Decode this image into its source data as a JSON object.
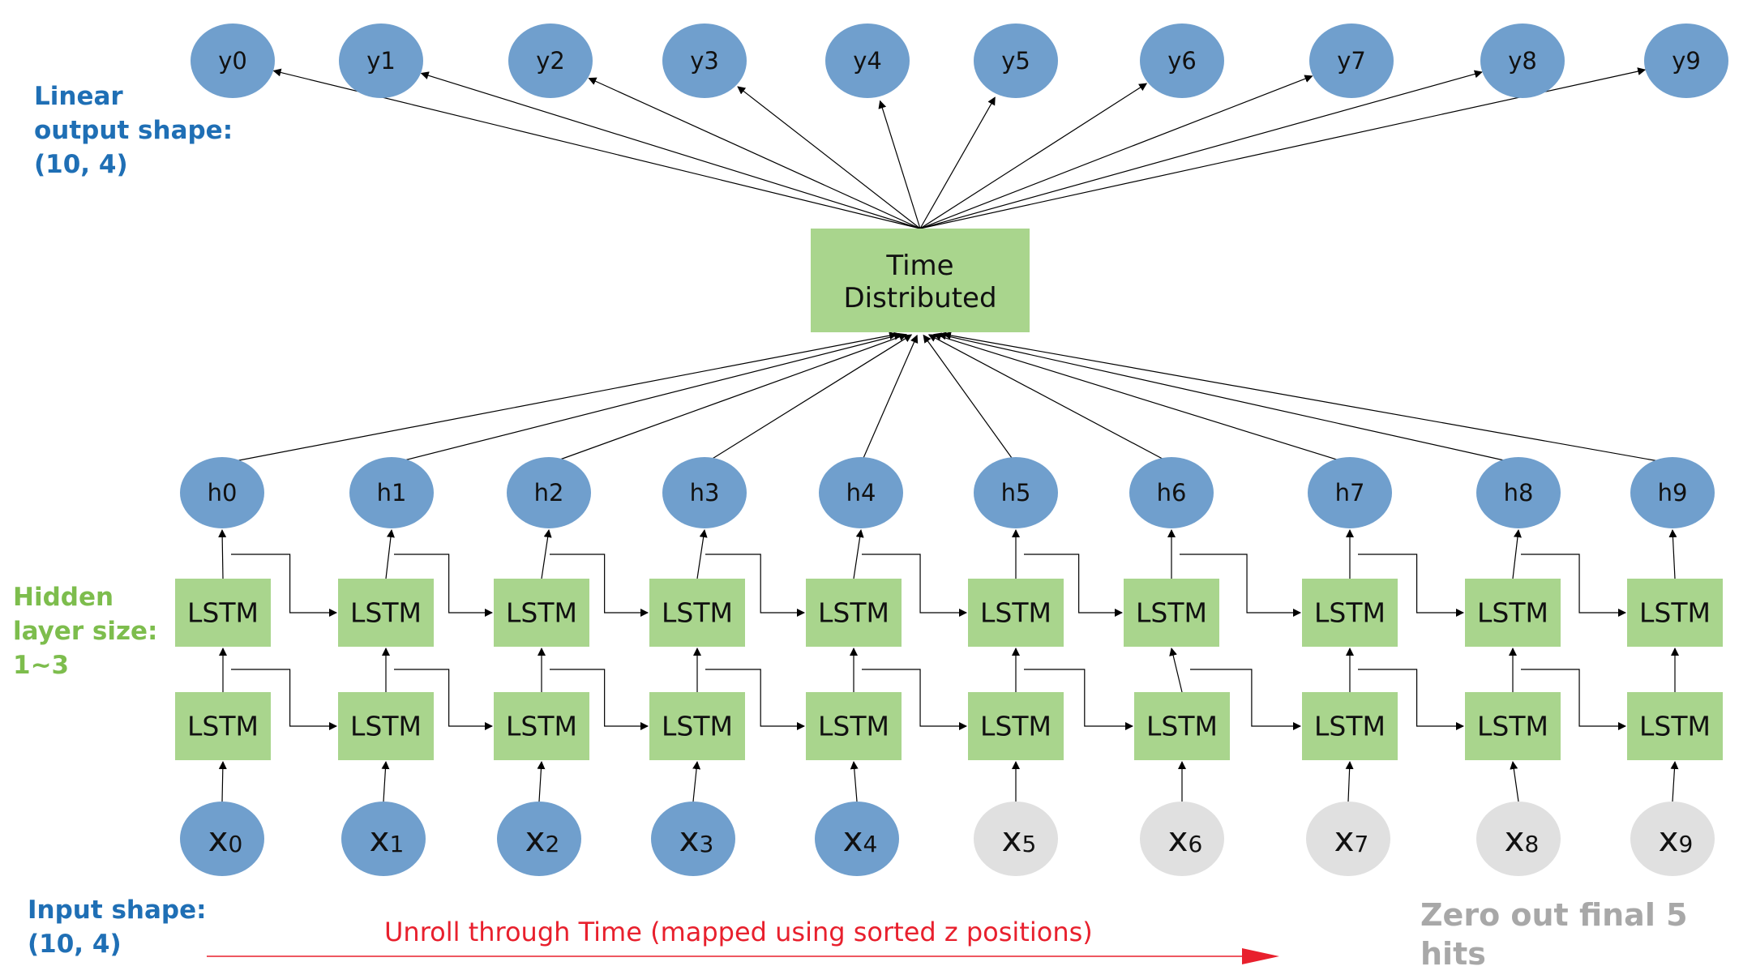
{
  "labels": {
    "output_shape": "Linear\noutput shape:\n(10, 4)",
    "hidden_size": "Hidden\nlayer size:\n1~3",
    "input_shape": "Input shape:\n(10, 4)",
    "unroll": "Unroll  through Time (mapped using sorted z positions)",
    "zero_out": "Zero out final 5 hits"
  },
  "time_distributed": {
    "line1": "Time",
    "line2": "Distributed"
  },
  "lstm_label": "LSTM",
  "outputs": [
    "y0",
    "y1",
    "y2",
    "y3",
    "y4",
    "y5",
    "y6",
    "y7",
    "y8",
    "y9"
  ],
  "hidden_states": [
    "h0",
    "h1",
    "h2",
    "h3",
    "h4",
    "h5",
    "h6",
    "h7",
    "h8",
    "h9"
  ],
  "inputs": [
    {
      "base": "x",
      "sub": "0",
      "zeroed": false
    },
    {
      "base": "x",
      "sub": "1",
      "zeroed": false
    },
    {
      "base": "x",
      "sub": "2",
      "zeroed": false
    },
    {
      "base": "x",
      "sub": "3",
      "zeroed": false
    },
    {
      "base": "x",
      "sub": "4",
      "zeroed": false
    },
    {
      "base": "x",
      "sub": "5",
      "zeroed": true
    },
    {
      "base": "x",
      "sub": "6",
      "zeroed": true
    },
    {
      "base": "x",
      "sub": "7",
      "zeroed": true
    },
    {
      "base": "x",
      "sub": "8",
      "zeroed": true
    },
    {
      "base": "x",
      "sub": "9",
      "zeroed": true
    }
  ],
  "colors": {
    "node_blue": "#709fcd",
    "node_gray": "#e0e0e0",
    "box_green": "#a9d58d",
    "output_label": "#1f6fb5",
    "hidden_label": "#7dbd4d",
    "zero_label": "#a8a8a8",
    "unroll_arrow": "#e8202d"
  }
}
